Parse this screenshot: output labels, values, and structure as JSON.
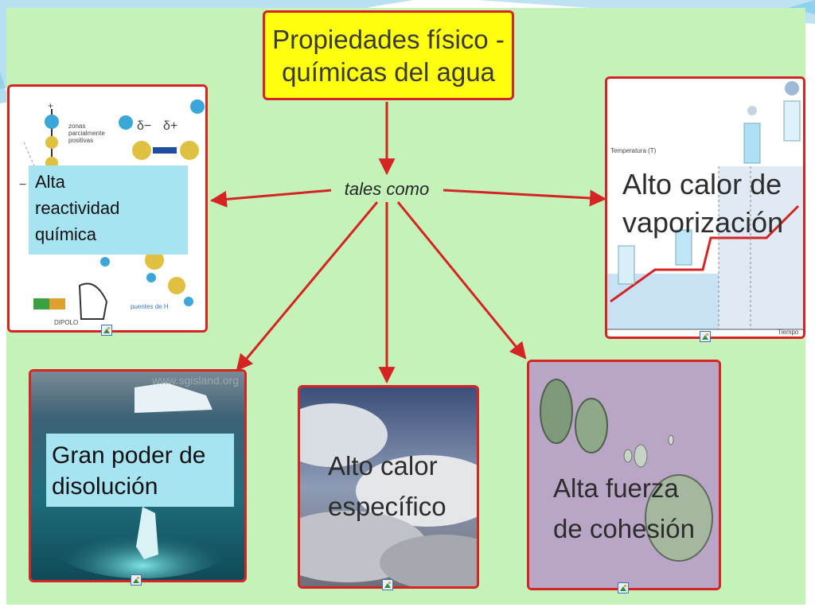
{
  "slide": {
    "title": "Propiedades físico -\nquímicas del agua",
    "linker": "tales como",
    "colors": {
      "map_background": "#c4f2b9",
      "title_fill": "#ffff10",
      "border_red": "#d62424",
      "arrow_red": "#d62424",
      "label_fill": "#a6e4f1"
    }
  },
  "nodes": {
    "reactividad": {
      "label": "Alta\nreactividad\nquímica",
      "figure_text": {
        "zonas": "zonas\nparcialmente\npositivas",
        "dipolo": "DIPOLO",
        "puentes": "puentes de H",
        "delta_minus": "δ−",
        "delta_plus": "δ+",
        "plus": "+",
        "minus": "−"
      }
    },
    "vaporizacion": {
      "label": "Alto calor de\nvaporización",
      "figure_text": {
        "temp_axis": "Temperatura (T)",
        "time_axis": "Tiempo (t)"
      }
    },
    "disolucion": {
      "label": "Gran poder de\ndisolución",
      "watermark": "www.sgisland.org"
    },
    "calor_especifico": {
      "label": "Alto calor\nespecífico"
    },
    "cohesion": {
      "label": "Alta fuerza\nde cohesión"
    }
  },
  "icons": [
    "image-icon",
    "image-icon",
    "image-icon",
    "image-icon",
    "image-icon"
  ]
}
